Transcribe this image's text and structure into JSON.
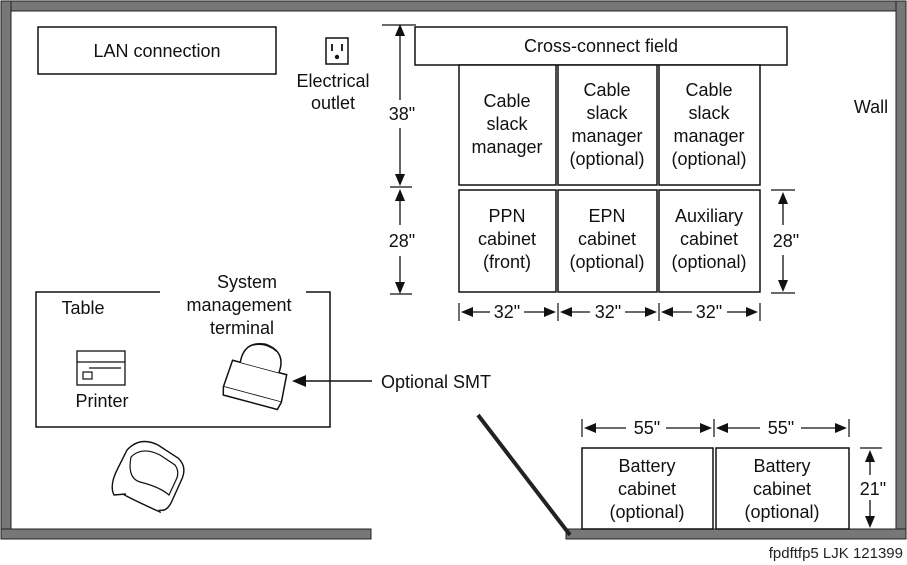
{
  "labels": {
    "lan_connection": "LAN connection",
    "electrical_outlet": [
      "Electrical",
      "outlet"
    ],
    "cross_connect_field": "Cross-connect field",
    "wall": "Wall",
    "table": "Table",
    "printer": "Printer",
    "smt": [
      "System",
      "management",
      "terminal"
    ],
    "optional_smt": "Optional SMT",
    "cable_slack_1": [
      "Cable",
      "slack",
      "manager"
    ],
    "cable_slack_2": [
      "Cable",
      "slack",
      "manager",
      "(optional)"
    ],
    "cable_slack_3": [
      "Cable",
      "slack",
      "manager",
      "(optional)"
    ],
    "ppn_cabinet": [
      "PPN",
      "cabinet",
      "(front)"
    ],
    "epn_cabinet": [
      "EPN",
      "cabinet",
      "(optional)"
    ],
    "aux_cabinet": [
      "Auxiliary",
      "cabinet",
      "(optional)"
    ],
    "battery_1": [
      "Battery",
      "cabinet",
      "(optional)"
    ],
    "battery_2": [
      "Battery",
      "cabinet",
      "(optional)"
    ]
  },
  "dimensions": {
    "dim_38": "38\"",
    "dim_28_left": "28\"",
    "dim_28_right": "28\"",
    "dim_32_a": "32\"",
    "dim_32_b": "32\"",
    "dim_32_c": "32\"",
    "dim_55_a": "55\"",
    "dim_55_b": "55\"",
    "dim_21": "21\""
  },
  "footer": "fpdftfp5 LJK 121399"
}
